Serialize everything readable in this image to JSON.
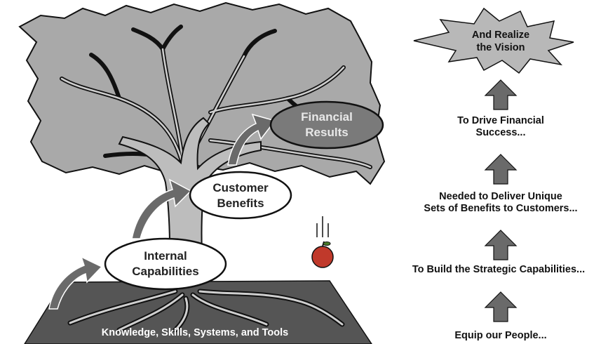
{
  "tree": {
    "ground_label": "Knowledge, Skills, Systems, and Tools",
    "ovals": {
      "internal": {
        "line1": "Internal",
        "line2": "Capabilities"
      },
      "customer": {
        "line1": "Customer",
        "line2": "Benefits"
      },
      "financial": {
        "line1": "Financial",
        "line2": "Results"
      }
    }
  },
  "steps": {
    "vision": {
      "line1": "And Realize",
      "line2": "the Vision"
    },
    "financial": {
      "line1": "To Drive Financial",
      "line2": "Success..."
    },
    "benefits": {
      "line1": "Needed to Deliver Unique",
      "line2": "Sets of Benefits to Customers..."
    },
    "capabilities": {
      "line1": "To Build the Strategic Capabilities..."
    },
    "people": {
      "line1": "Equip our People..."
    }
  },
  "colors": {
    "canopy": "#a9a9a9",
    "trunk": "#bdbdbd",
    "ground": "#555555",
    "arrow": "#6a6a6a",
    "oval_dark": "#7a7a7a",
    "apple": "#c0392b"
  }
}
